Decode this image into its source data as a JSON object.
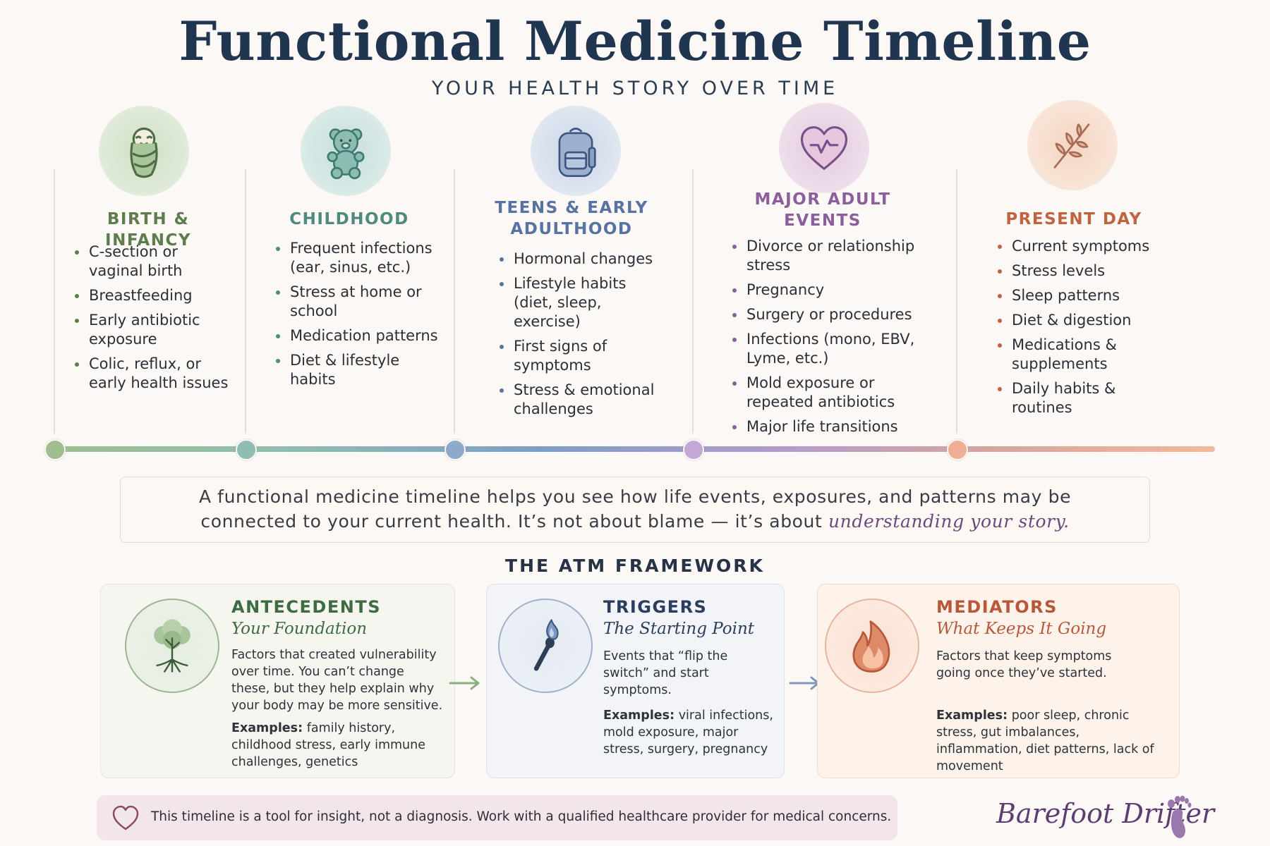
{
  "header": {
    "title": "Functional Medicine Timeline",
    "subtitle": "YOUR HEALTH STORY OVER TIME"
  },
  "stages": [
    {
      "title": "BIRTH & INFANCY",
      "icon": "swaddled-baby-icon",
      "color": "#5e7d4f",
      "items": [
        "C-section or vaginal birth",
        "Breastfeeding",
        "Early antibiotic exposure",
        "Colic, reflux, or early health issues"
      ]
    },
    {
      "title": "CHILDHOOD",
      "icon": "teddy-bear-icon",
      "color": "#4f8a7e",
      "items": [
        "Frequent infections (ear, sinus, etc.)",
        "Stress at home or school",
        "Medication patterns",
        "Diet & lifestyle habits"
      ]
    },
    {
      "title": "TEENS & EARLY ADULTHOOD",
      "icon": "backpack-icon",
      "color": "#5673a1",
      "items": [
        "Hormonal changes",
        "Lifestyle habits (diet, sleep, exercise)",
        "First signs of symptoms",
        "Stress & emotional challenges"
      ]
    },
    {
      "title": "MAJOR ADULT EVENTS",
      "icon": "heart-icon",
      "color": "#8a5f9c",
      "items": [
        "Divorce or relationship stress",
        "Pregnancy",
        "Surgery or procedures",
        "Infections (mono, EBV, Lyme, etc.)",
        "Mold exposure or repeated antibiotics",
        "Major life transitions"
      ]
    },
    {
      "title": "PRESENT DAY",
      "icon": "leaf-sprig-icon",
      "color": "#c0643f",
      "items": [
        "Current symptoms",
        "Stress levels",
        "Sleep patterns",
        "Diet & digestion",
        "Medications & supplements",
        "Daily habits & routines"
      ]
    }
  ],
  "quote": {
    "line1": "A functional medicine timeline helps you see how life events, exposures, and patterns may be",
    "line2": "connected to your current health. It’s not about blame — it’s about ",
    "emphasis": "understanding your story."
  },
  "atm": {
    "heading": "THE ATM FRAMEWORK",
    "cards": [
      {
        "title": "ANTECEDENTS",
        "subtitle": "Your Foundation",
        "icon": "tree-with-roots-icon",
        "color": "#3f6b43",
        "description": "Factors that created vulnerability over time. You can’t change these, but they help explain why your body may be more sensitive.",
        "examples_label": "Examples:",
        "examples": "family history, childhood stress, early immune challenges, genetics"
      },
      {
        "title": "TRIGGERS",
        "subtitle": "The Starting Point",
        "icon": "lit-match-icon",
        "color": "#2b3e5e",
        "description": "Events that “flip the switch” and start symptoms.",
        "examples_label": "Examples:",
        "examples": "viral infections, mold exposure, major stress, surgery, pregnancy"
      },
      {
        "title": "MEDIATORS",
        "subtitle": "What Keeps It Going",
        "icon": "flame-icon",
        "color": "#b9573a",
        "description": "Factors that keep symptoms going once they’ve started.",
        "examples_label": "Examples:",
        "examples": "poor sleep, chronic stress, gut imbalances, inflammation, diet patterns, lack of movement"
      }
    ]
  },
  "footer": {
    "disclaimer": "This timeline is a tool for insight, not a diagnosis. Work with a qualified healthcare provider for medical concerns.",
    "brand": "Barefoot Drifter"
  }
}
